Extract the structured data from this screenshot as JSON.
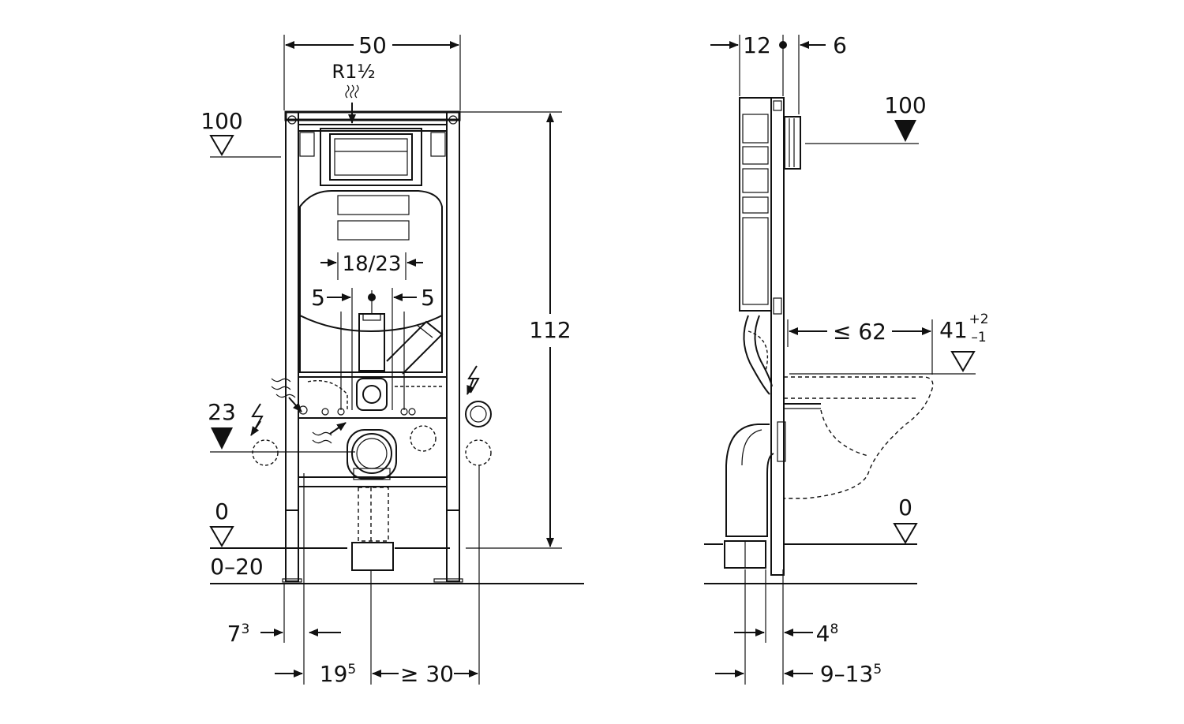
{
  "front_view": {
    "width": "50",
    "connection": "R1½",
    "height": "112",
    "spacing": "18/23",
    "offset_left": "5",
    "offset_right": "5",
    "level_top": "100",
    "level_mid": "23",
    "level_floor": "0",
    "floor_range": "0–20",
    "foot_dim_base": "7",
    "foot_dim_sup": "3",
    "centre_dim_base": "19",
    "centre_dim_sup": "5",
    "min_spacing": "≥ 30"
  },
  "side_view": {
    "depth_a": "12",
    "depth_b": "6",
    "level_top": "100",
    "projection": "≤ 62",
    "seat_height": "41",
    "seat_tol_plus": "+2",
    "seat_tol_minus": "–1",
    "level_floor": "0",
    "bottom_a_base": "4",
    "bottom_a_sup": "8",
    "bottom_b_base": "9–13",
    "bottom_b_sup": "5"
  }
}
